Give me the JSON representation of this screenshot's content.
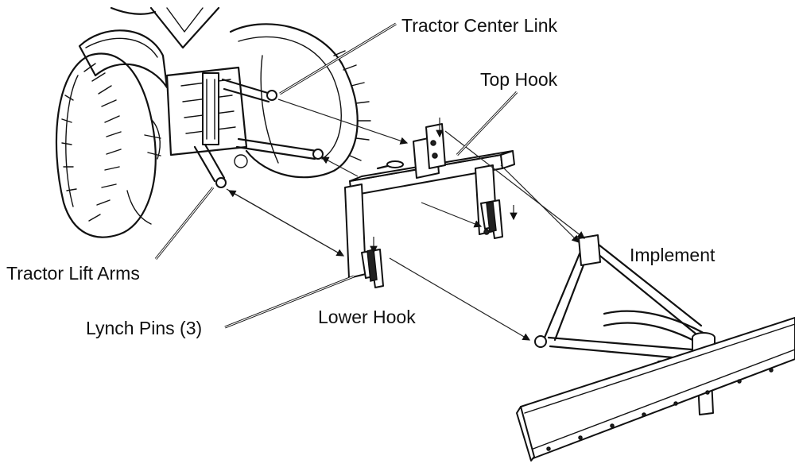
{
  "labels": {
    "tractor_center_link": "Tractor Center Link",
    "top_hook": "Top Hook",
    "implement": "Implement",
    "tractor_lift_arms": "Tractor Lift Arms",
    "lower_hook": "Lower Hook",
    "lynch_pins": "Lynch Pins (3)"
  }
}
